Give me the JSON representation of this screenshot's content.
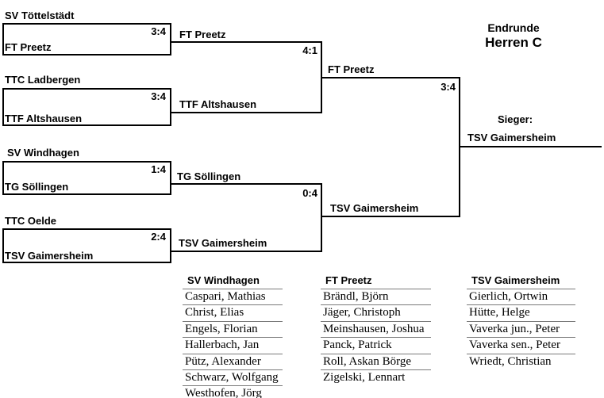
{
  "title": {
    "event": "Endrunde",
    "category": "Herren C"
  },
  "final_result": {
    "sieger_label": "Sieger:",
    "winner": "TSV Gaimersheim"
  },
  "bracket": {
    "round1": [
      {
        "team1": "SV Töttelstädt",
        "score": "3:4",
        "team2": "FT Preetz"
      },
      {
        "team1": "TTC Ladbergen",
        "score": "3:4",
        "team2": "TTF Altshausen"
      },
      {
        "team1": "SV Windhagen",
        "score": "1:4",
        "team2": "TG Söllingen"
      },
      {
        "team1": "TTC Oelde",
        "score": "2:4",
        "team2": "TSV Gaimersheim"
      }
    ],
    "semifinals": [
      {
        "team1": "FT Preetz",
        "score": "4:1",
        "team2": "TTF Altshausen"
      },
      {
        "team1": "TG Söllingen",
        "score": "0:4",
        "team2": "TSV Gaimersheim"
      }
    ],
    "final": {
      "team1": "FT Preetz",
      "score": "3:4",
      "team2": "TSV Gaimersheim"
    }
  },
  "rosters": [
    {
      "team": "SV Windhagen",
      "players": [
        "Caspari, Mathias",
        "Christ, Elias",
        "Engels, Florian",
        "Hallerbach, Jan",
        "Pütz, Alexander",
        "Schwarz, Wolfgang",
        "Westhofen, Jörg"
      ]
    },
    {
      "team": "FT Preetz",
      "players": [
        "Brändl, Björn",
        "Jäger, Christoph",
        "Meinshausen, Joshua",
        "Panck, Patrick",
        "Roll, Askan Börge",
        "Zigelski, Lennart"
      ]
    },
    {
      "team": "TSV Gaimersheim",
      "players": [
        "Gierlich, Ortwin",
        "Hütte, Helge",
        "Vaverka jun., Peter",
        "Vaverka sen., Peter",
        "Wriedt, Christian"
      ]
    }
  ]
}
